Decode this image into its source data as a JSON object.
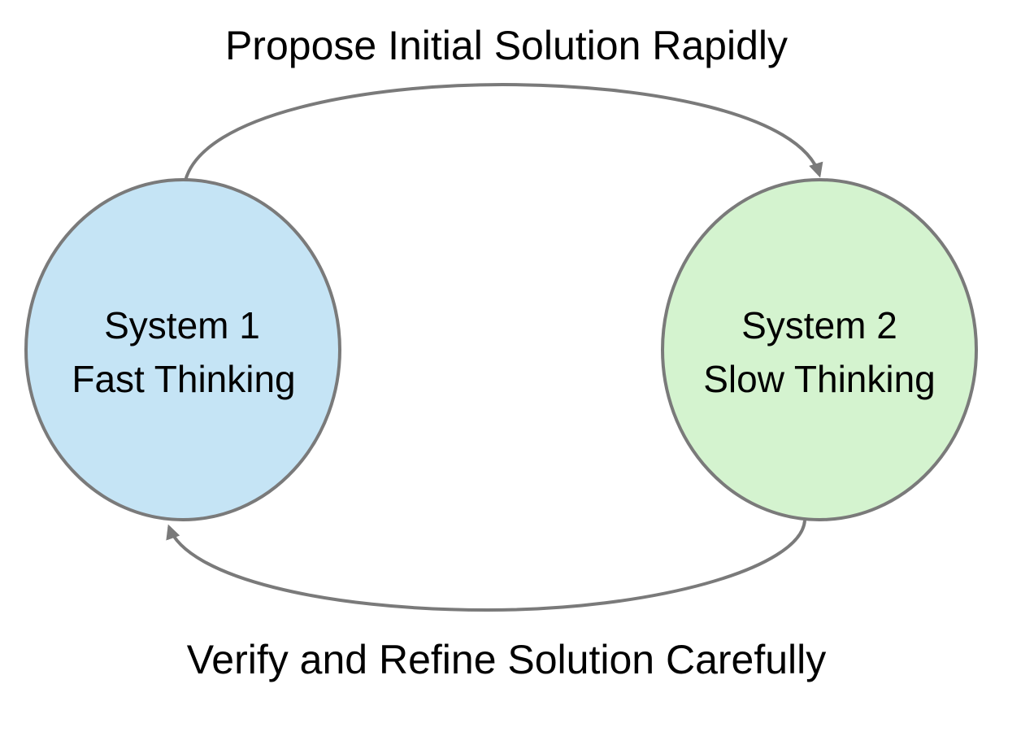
{
  "top_arrow": {
    "label": "Propose Initial Solution Rapidly"
  },
  "bottom_arrow": {
    "label": "Verify and Refine Solution Carefully"
  },
  "nodes": [
    {
      "id": "system1",
      "line1": "System 1",
      "line2": "Fast Thinking",
      "fill": "#c5e4f5"
    },
    {
      "id": "system2",
      "line1": "System 2",
      "line2": "Slow Thinking",
      "fill": "#d4f3cf"
    }
  ],
  "colors": {
    "stroke": "#7a7a7a",
    "text": "#000000",
    "background": "#ffffff"
  }
}
